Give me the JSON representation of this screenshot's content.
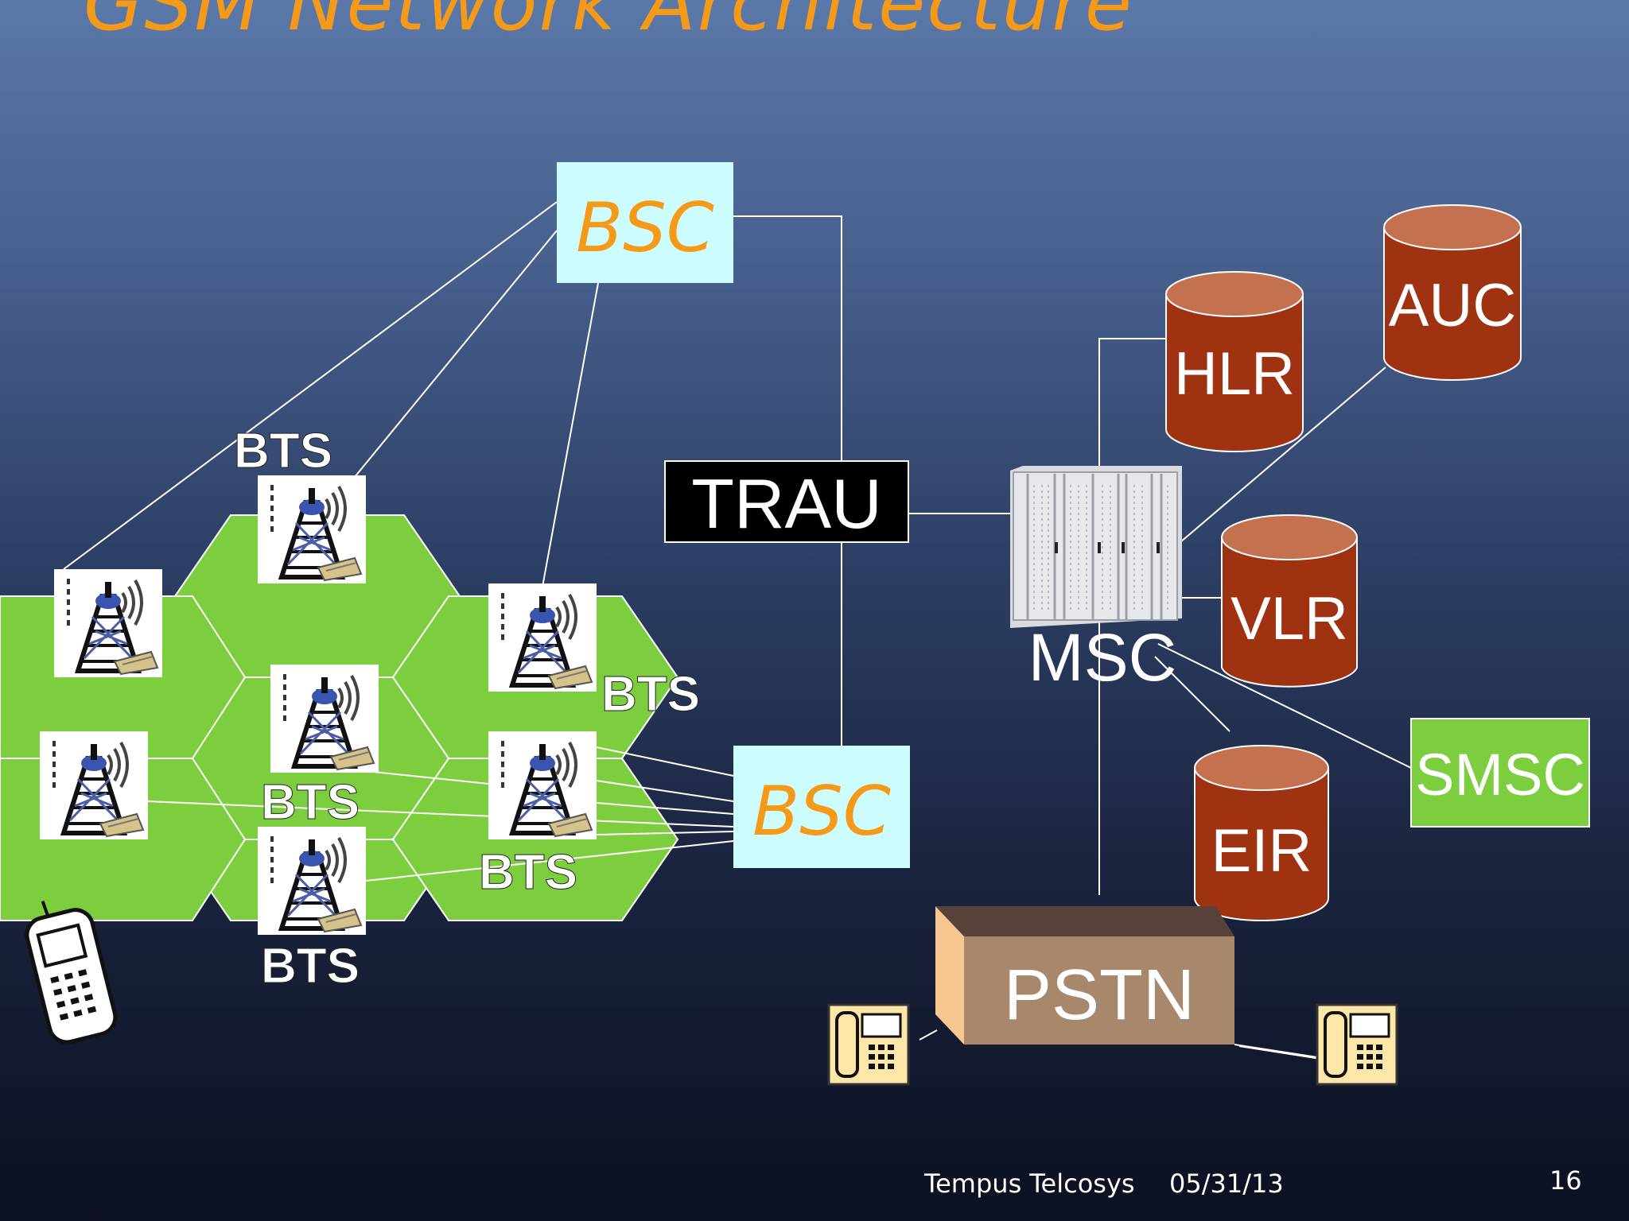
{
  "slide": {
    "title": "GSM Network Architecture",
    "footer_org": "Tempus Telcosys",
    "footer_date": "05/31/13",
    "page_number": "16"
  },
  "nodes": {
    "bsc_top": "BSC",
    "bsc_bottom": "BSC",
    "trau": "TRAU",
    "msc": "MSC",
    "hlr": "HLR",
    "auc": "AUC",
    "vlr": "VLR",
    "eir": "EIR",
    "smsc": "SMSC",
    "pstn": "PSTN",
    "bts": "BTS"
  },
  "colors": {
    "title": "#f59a18",
    "bsc_fill": "#cdfcff",
    "bsc_text": "#f59a18",
    "cell_green": "#7dce3e",
    "database": "#9e3211",
    "database_top": "#c4714f",
    "smsc_fill": "#7dce3e",
    "pstn_front": "#a8886c",
    "pstn_top": "#564238",
    "pstn_side": "#f6c790",
    "trau_fill": "#000000"
  }
}
